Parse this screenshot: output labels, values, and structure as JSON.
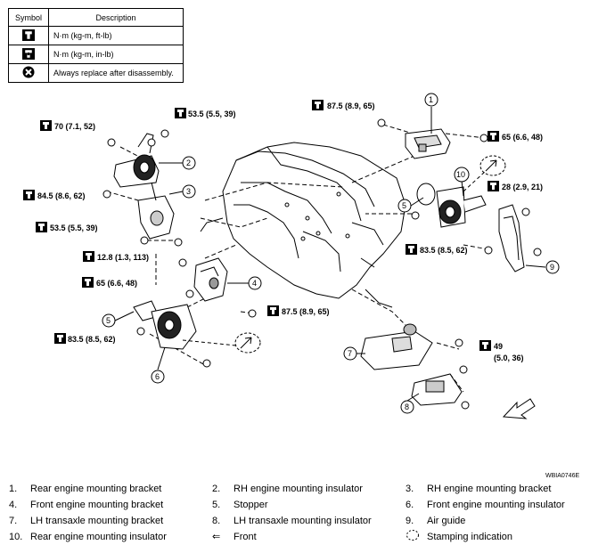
{
  "legend": {
    "header_symbol": "Symbol",
    "header_description": "Description",
    "rows": [
      {
        "icon": "torque-wrench-icon",
        "text": "N·m (kg-m, ft-lb)"
      },
      {
        "icon": "torque-wrench-inlb-icon",
        "text": "N·m (kg-m, in-lb)"
      },
      {
        "icon": "always-replace-icon",
        "text": "Always replace after disassembly."
      }
    ]
  },
  "torques": {
    "t1": "87.5 (8.9, 65)",
    "t2": "65 (6.6, 48)",
    "t3": "28 (2.9, 21)",
    "t4": "83.5 (8.5, 62)",
    "t5": "70 (7.1, 52)",
    "t6": "53.5 (5.5, 39)",
    "t7": "84.5 (8.6, 62)",
    "t8": "53.5 (5.5, 39)",
    "t9": "12.8 (1.3, 113)",
    "t10": "65 (6.6, 48)",
    "t11": "87.5 (8.9, 65)",
    "t12": "83.5 (8.5, 62)",
    "t13a": "49",
    "t13b": "(5.0, 36)"
  },
  "callouts": {
    "n1": "1",
    "n2": "2",
    "n3": "3",
    "n4": "4",
    "n5a": "5",
    "n5b": "5",
    "n6": "6",
    "n7": "7",
    "n8": "8",
    "n9": "9",
    "n10": "10"
  },
  "figure_code": "WBIA0746E",
  "parts": [
    {
      "no": "1.",
      "name": "Rear engine mounting bracket"
    },
    {
      "no": "2.",
      "name": "RH engine mounting insulator"
    },
    {
      "no": "3.",
      "name": "RH engine mounting bracket"
    },
    {
      "no": "4.",
      "name": "Front engine mounting bracket"
    },
    {
      "no": "5.",
      "name": "Stopper"
    },
    {
      "no": "6.",
      "name": "Front engine mounting insulator"
    },
    {
      "no": "7.",
      "name": "LH transaxle mounting bracket"
    },
    {
      "no": "8.",
      "name": "LH transaxle mounting insulator"
    },
    {
      "no": "9.",
      "name": "Air guide"
    },
    {
      "no": "10.",
      "name": "Rear engine mounting insulator"
    },
    {
      "no": "⇐",
      "name": "Front"
    },
    {
      "no": "",
      "name": "Stamping indication",
      "icon": "stamping-indication-icon"
    }
  ]
}
